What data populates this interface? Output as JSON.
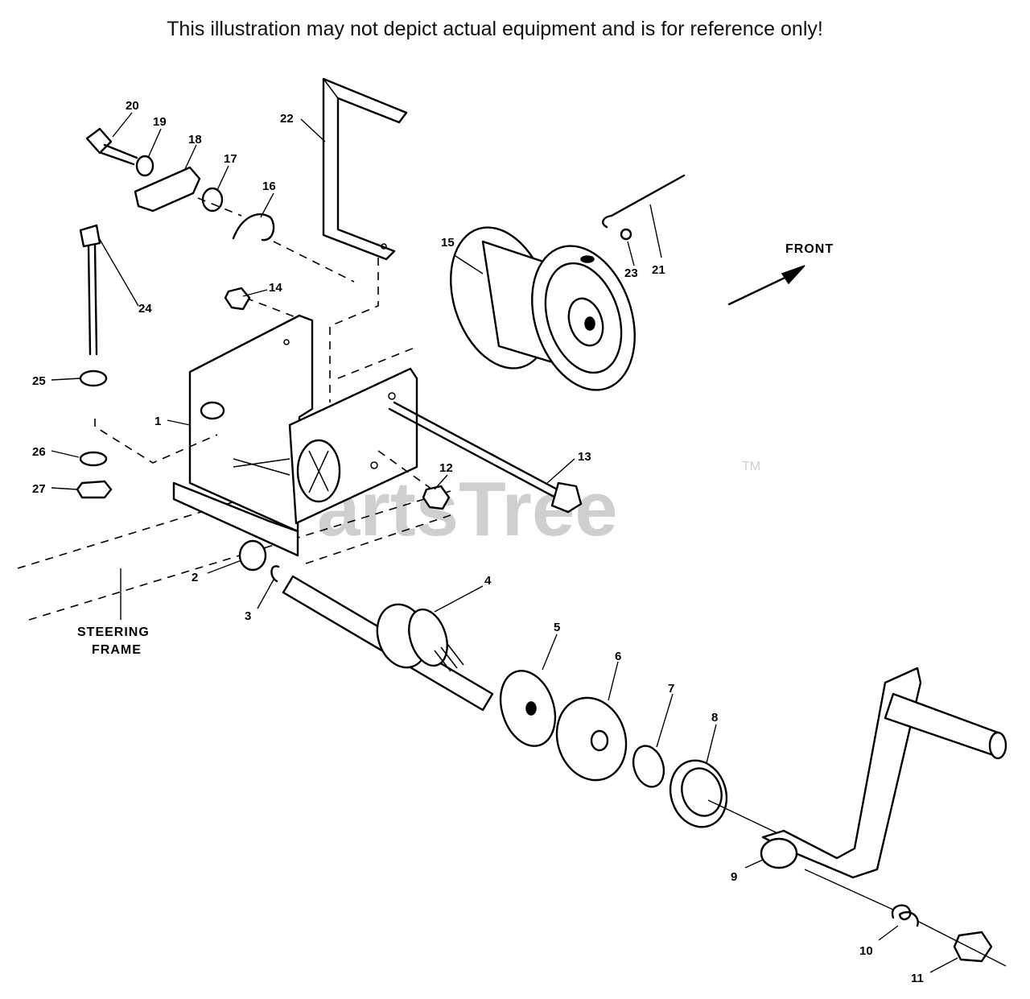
{
  "disclaimer": "This illustration may not depict actual equipment and is for reference only!",
  "watermark": "PartsTree",
  "watermark_tm": "TM",
  "notes": {
    "front": "FRONT",
    "steering_line1": "STEERING",
    "steering_line2": "FRAME"
  },
  "callouts": [
    "1",
    "2",
    "3",
    "4",
    "5",
    "6",
    "7",
    "8",
    "9",
    "10",
    "11",
    "12",
    "13",
    "14",
    "15",
    "16",
    "17",
    "18",
    "19",
    "20",
    "21",
    "22",
    "23",
    "24",
    "25",
    "26",
    "27"
  ]
}
